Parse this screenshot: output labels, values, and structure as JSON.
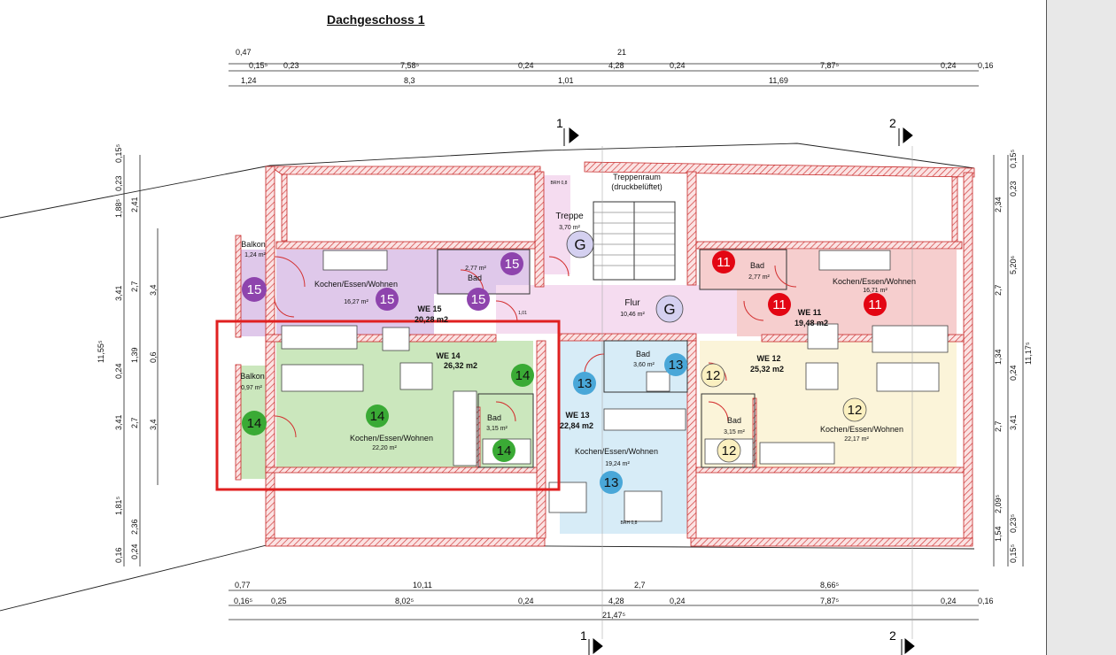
{
  "title": "Dachgeschoss 1",
  "dims_top_row1": {
    "left": "0,47",
    "total": "21"
  },
  "dims_top_row2": [
    "0,15⁵",
    "0,23",
    "7,58⁵",
    "0,24",
    "4,28",
    "0,24",
    "7,87⁵",
    "0,24",
    "0,16"
  ],
  "dims_top_row3": [
    "1,24",
    "8,3",
    "1,01",
    "11,69"
  ],
  "dims_bottom_row1": [
    "0,77",
    "10,11",
    "2,7",
    "8,66⁵"
  ],
  "dims_bottom_row2": [
    "0,16⁵",
    "0,25",
    "8,02⁵",
    "0,24",
    "4,28",
    "0,24",
    "7,87⁵",
    "0,24",
    "0,16"
  ],
  "dims_bottom_total": "21,47⁵",
  "dims_left_outer": "11,55⁵",
  "dims_left_mid": [
    "0,15⁵",
    "0,23",
    "1,88⁵",
    "3,41",
    "0,24",
    "3,41",
    "1,81⁵",
    "0,16"
  ],
  "dims_left_inner": [
    "2,41",
    "2,7",
    "1,39",
    "2,7",
    "0,24",
    "2,36"
  ],
  "dims_left_innermost": [
    "3,4",
    "0,6",
    "3,4"
  ],
  "dims_right_outer": "11,17⁵",
  "dims_right_mid": [
    "0,15⁵",
    "0,23",
    "5,20⁶",
    "0,24",
    "3,41",
    "0,23⁵",
    "0,15⁵"
  ],
  "dims_right_inner": [
    "2,34",
    "2,7",
    "1,34",
    "2,7",
    "2,09⁵",
    "1,54"
  ],
  "sections": {
    "s1": "1",
    "s2": "2"
  },
  "stair": {
    "label": "Treppenraum",
    "sub": "(druckbelüftet)",
    "name": "Treppe",
    "area": "3,70 m²",
    "tag": "G"
  },
  "flur": {
    "name": "Flur",
    "area": "10,46 m²",
    "tag": "G"
  },
  "units": {
    "we15": {
      "name": "WE 15",
      "area": "20,28 m2",
      "tag": "15",
      "kitchen": "Kochen/Essen/Wohnen",
      "kitchen_area": "16,27 m²",
      "bath": "Bad",
      "bath_area": "2,77 m²",
      "balcony": "Balkon",
      "balcony_area": "1,24 m²"
    },
    "we14": {
      "name": "WE 14",
      "area": "26,32 m2",
      "tag": "14",
      "kitchen": "Kochen/Essen/Wohnen",
      "kitchen_area": "22,20 m²",
      "bath": "Bad",
      "bath_area": "3,15 m²",
      "balcony": "Balkon",
      "balcony_area": "0,97 m²"
    },
    "we13": {
      "name": "WE 13",
      "area": "22,84 m2",
      "tag": "13",
      "kitchen": "Kochen/Essen/Wohnen",
      "kitchen_area": "19,24 m²",
      "bath": "Bad",
      "bath_area": "3,60 m²"
    },
    "we12": {
      "name": "WE 12",
      "area": "25,32 m2",
      "tag": "12",
      "kitchen": "Kochen/Essen/Wohnen",
      "kitchen_area": "22,17 m²",
      "bath": "Bad",
      "bath_area": "3,15 m²"
    },
    "we11": {
      "name": "WE 11",
      "area": "19,48 m2",
      "tag": "11",
      "kitchen": "Kochen/Essen/Wohnen",
      "kitchen_area": "16,71 m²",
      "bath": "Bad",
      "bath_area": "2,77 m²"
    }
  },
  "window_note": "BRH 0,8",
  "door_note": "1,01",
  "colors": {
    "we15": "#dfc8ea",
    "we14": "#cbe7bd",
    "we13": "#d7ecf7",
    "we12": "#fbf4d9",
    "we11": "#f6cece",
    "common": "#f5dcf0",
    "tag15": "#8e44ad",
    "tag14": "#3aaa35",
    "tag13": "#49a7d8",
    "tag12": "#fbf0c0",
    "tag11": "#e30613",
    "tagG": "#d4d0f0",
    "wall": "#e37c7c",
    "highlight": "#e02020"
  }
}
